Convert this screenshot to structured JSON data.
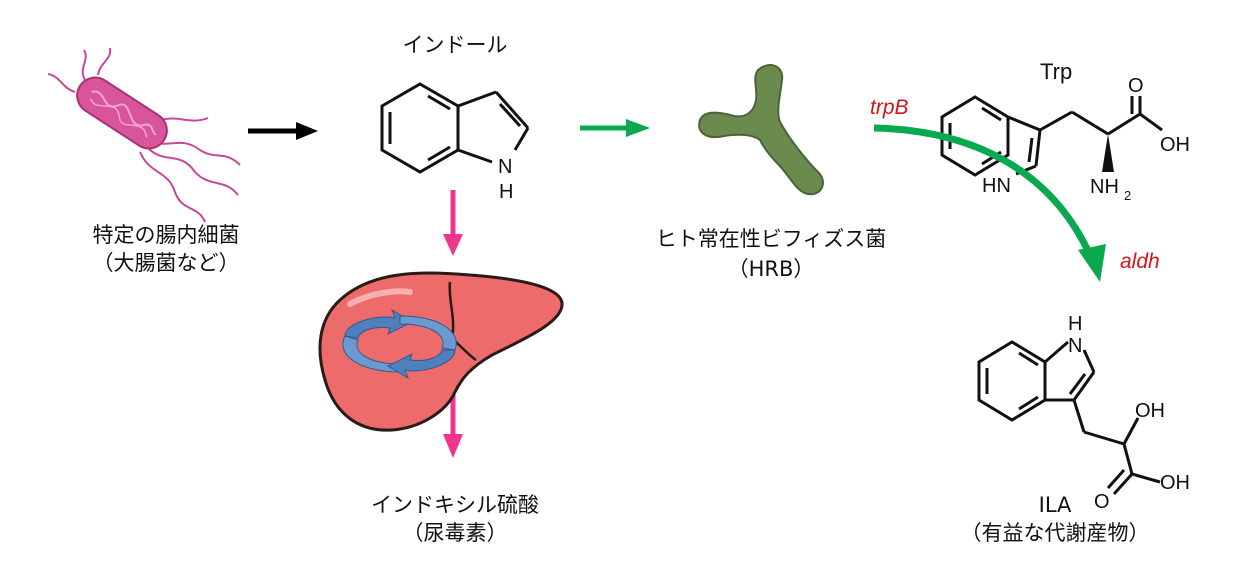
{
  "bacteria": {
    "line1": "特定の腸内細菌",
    "line2": "（大腸菌など）"
  },
  "indole": {
    "title": "インドール",
    "nh_n": "N",
    "nh_h": "H"
  },
  "indoxyl": {
    "line1": "インドキシル硫酸",
    "line2": "（尿毒素）"
  },
  "hrb": {
    "line1": "ヒト常在性ビフィズス菌",
    "line2": "（HRB）"
  },
  "trp": {
    "title": "Trp",
    "oh": "OH",
    "o": "O",
    "hn": "HN",
    "nh2": "NH",
    "sub2": "2"
  },
  "enzymes": {
    "trpB": "trpB",
    "aldh": "aldh"
  },
  "ila": {
    "line1": "ILA",
    "line2": "（有益な代謝産物）",
    "nh_h": "H",
    "nh_n": "N",
    "oh1": "OH",
    "oh2": "OH",
    "o": "O"
  },
  "colors": {
    "black_arrow": "#000000",
    "green_arrow": "#0aa84f",
    "pink_arrow": "#f0358f",
    "enzyme_red": "#d4141c",
    "liver": "#ee6b6b",
    "bifido": "#6b8a4e",
    "bacterium": "#d8559c"
  }
}
